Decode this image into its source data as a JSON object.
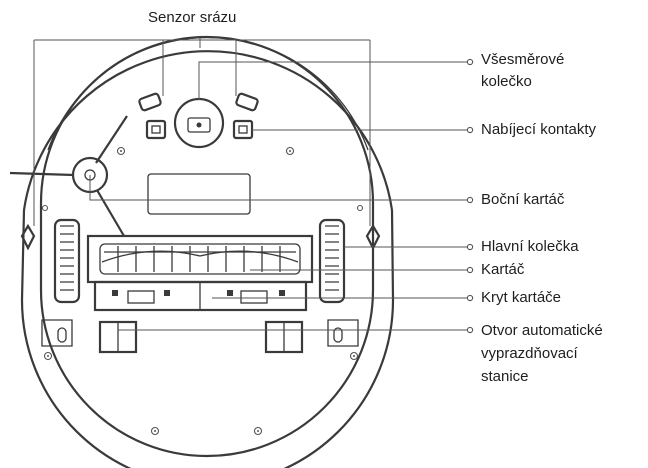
{
  "labels": {
    "cliff_sensor": "Senzor srázu",
    "omni_wheel_line1": "Všesměrové",
    "omni_wheel_line2": "kolečko",
    "charging_contacts": "Nabíjecí kontakty",
    "side_brush": "Boční kartáč",
    "main_wheels": "Hlavní kolečka",
    "brush": "Kartáč",
    "brush_cover": "Kryt kartáče",
    "dock_port_line1": "Otvor automatické",
    "dock_port_line2": "vyprazdňovací",
    "dock_port_line3": "stanice"
  }
}
